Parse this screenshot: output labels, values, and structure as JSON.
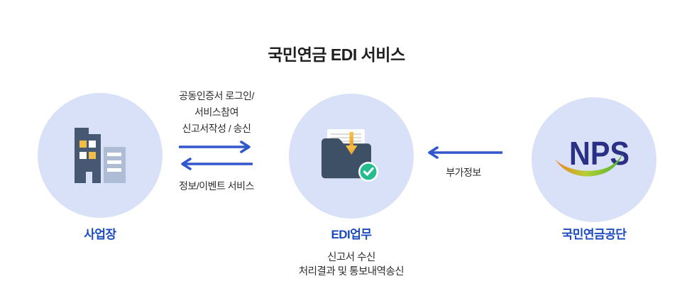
{
  "title": "국민연금 EDI 서비스",
  "nodes": {
    "business": {
      "label": "사업장",
      "icon": "building-icon"
    },
    "edi": {
      "label": "EDI업무",
      "icon": "folder-check-icon",
      "sub_lines": [
        "신고서 수신",
        "처리결과 및 통보내역송신"
      ]
    },
    "nps": {
      "label": "국민연금공단",
      "icon": "nps-logo",
      "logo_text": "NPS"
    }
  },
  "flows": {
    "business_to_edi": {
      "direction": "right",
      "lines": [
        "공동인증서 로그인/",
        "서비스참여",
        "신고서작성 / 송신"
      ]
    },
    "edi_to_business": {
      "direction": "left",
      "label": "정보/이벤트 서비스"
    },
    "nps_to_edi": {
      "direction": "left",
      "label": "부가정보"
    }
  },
  "colors": {
    "background": "#ffffff",
    "circle_fill": "#d9e1f8",
    "arrow_blue": "#3057cc",
    "label_blue": "#1c4bbf",
    "title_text": "#1f1f1f",
    "body_text": "#2d2d2d",
    "building_main": "#475873",
    "building_secondary": "#aebcd6",
    "window_yellow": "#f2bd47",
    "folder": "#3d5066",
    "doc_arrow_orange": "#f3ae3c",
    "check_green": "#25bd8e",
    "nps_navy": "#2b3087",
    "swoosh_orange": "#ef8023",
    "swoosh_green": "#4ab234"
  }
}
